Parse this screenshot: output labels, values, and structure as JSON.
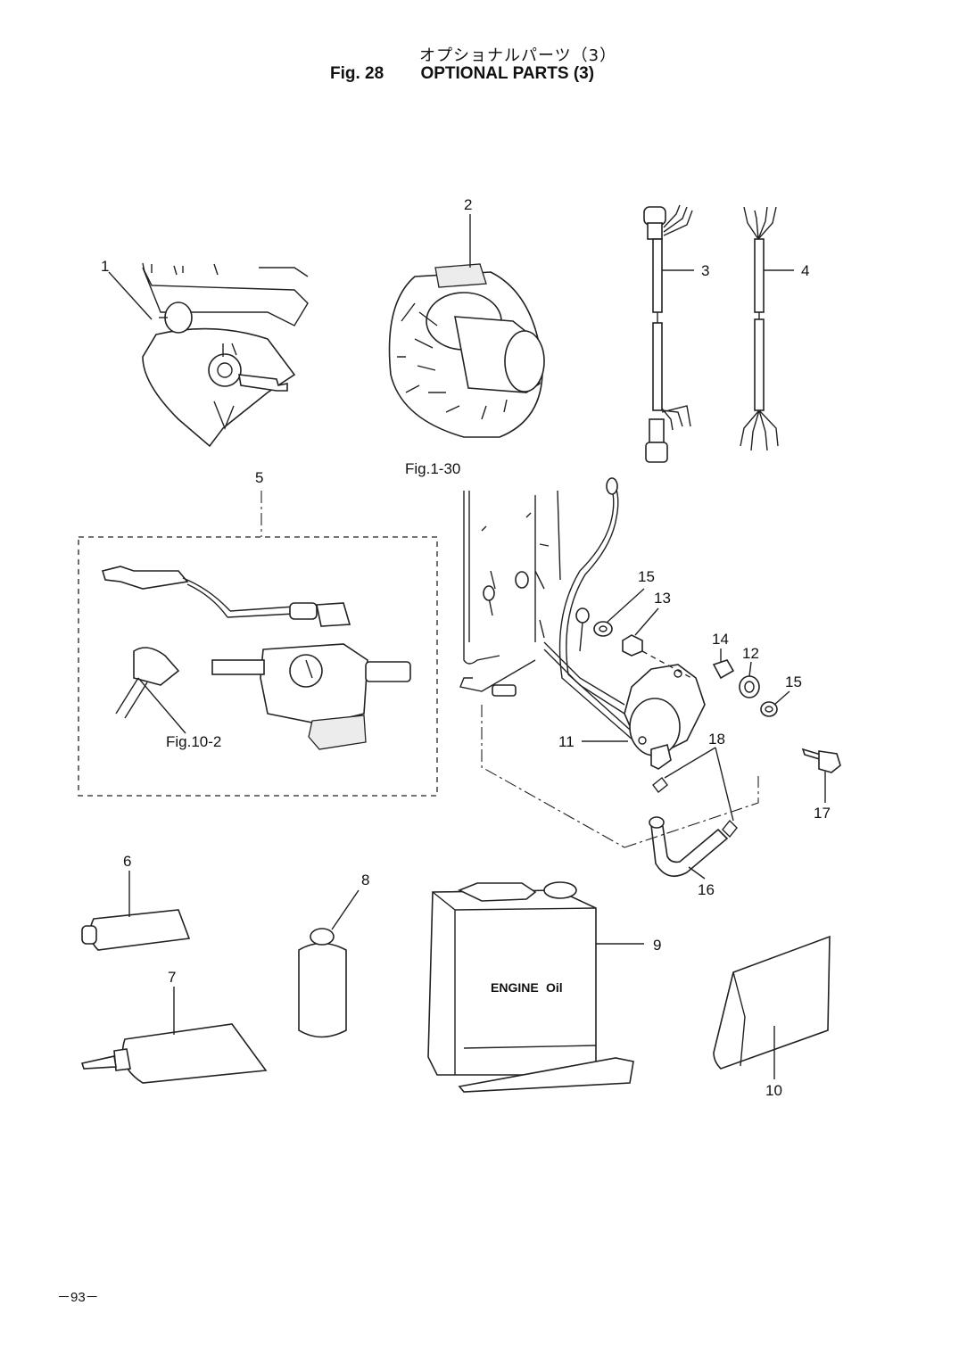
{
  "header": {
    "title_jp": "オプショナルパーツ（3）",
    "fig_number": "Fig. 28",
    "title_en": "OPTIONAL PARTS (3)"
  },
  "callouts": {
    "c1": "1",
    "c2": "2",
    "c3": "3",
    "c4": "4",
    "c5": "5",
    "c6": "6",
    "c7": "7",
    "c8": "8",
    "c9": "9",
    "c10": "10",
    "c11": "11",
    "c12": "12",
    "c13": "13",
    "c14": "14",
    "c15a": "15",
    "c15b": "15",
    "c16": "16",
    "c17": "17",
    "c18": "18"
  },
  "references": {
    "fig_1_30": "Fig.1-30",
    "fig_10_2": "Fig.10-2"
  },
  "product_labels": {
    "engine_oil": "ENGINE",
    "engine_oil_logo": "Oil"
  },
  "footer": {
    "page_number": "－93－"
  }
}
